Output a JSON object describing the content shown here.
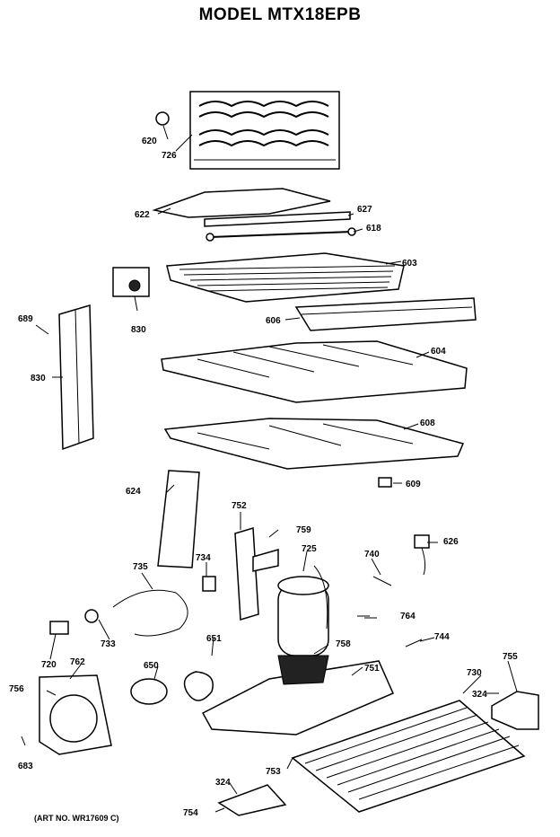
{
  "title": "MODEL MTX18EPB",
  "art_number": "(ART NO. WR17609 C)",
  "callouts": [
    "620",
    "726",
    "622",
    "627",
    "618",
    "603",
    "830",
    "606",
    "689",
    "830",
    "604",
    "608",
    "609",
    "624",
    "752",
    "759",
    "725",
    "740",
    "626",
    "735",
    "734",
    "764",
    "744",
    "733",
    "720",
    "762",
    "651",
    "650",
    "758",
    "751",
    "730",
    "755",
    "324",
    "756",
    "753",
    "683",
    "324",
    "754"
  ]
}
